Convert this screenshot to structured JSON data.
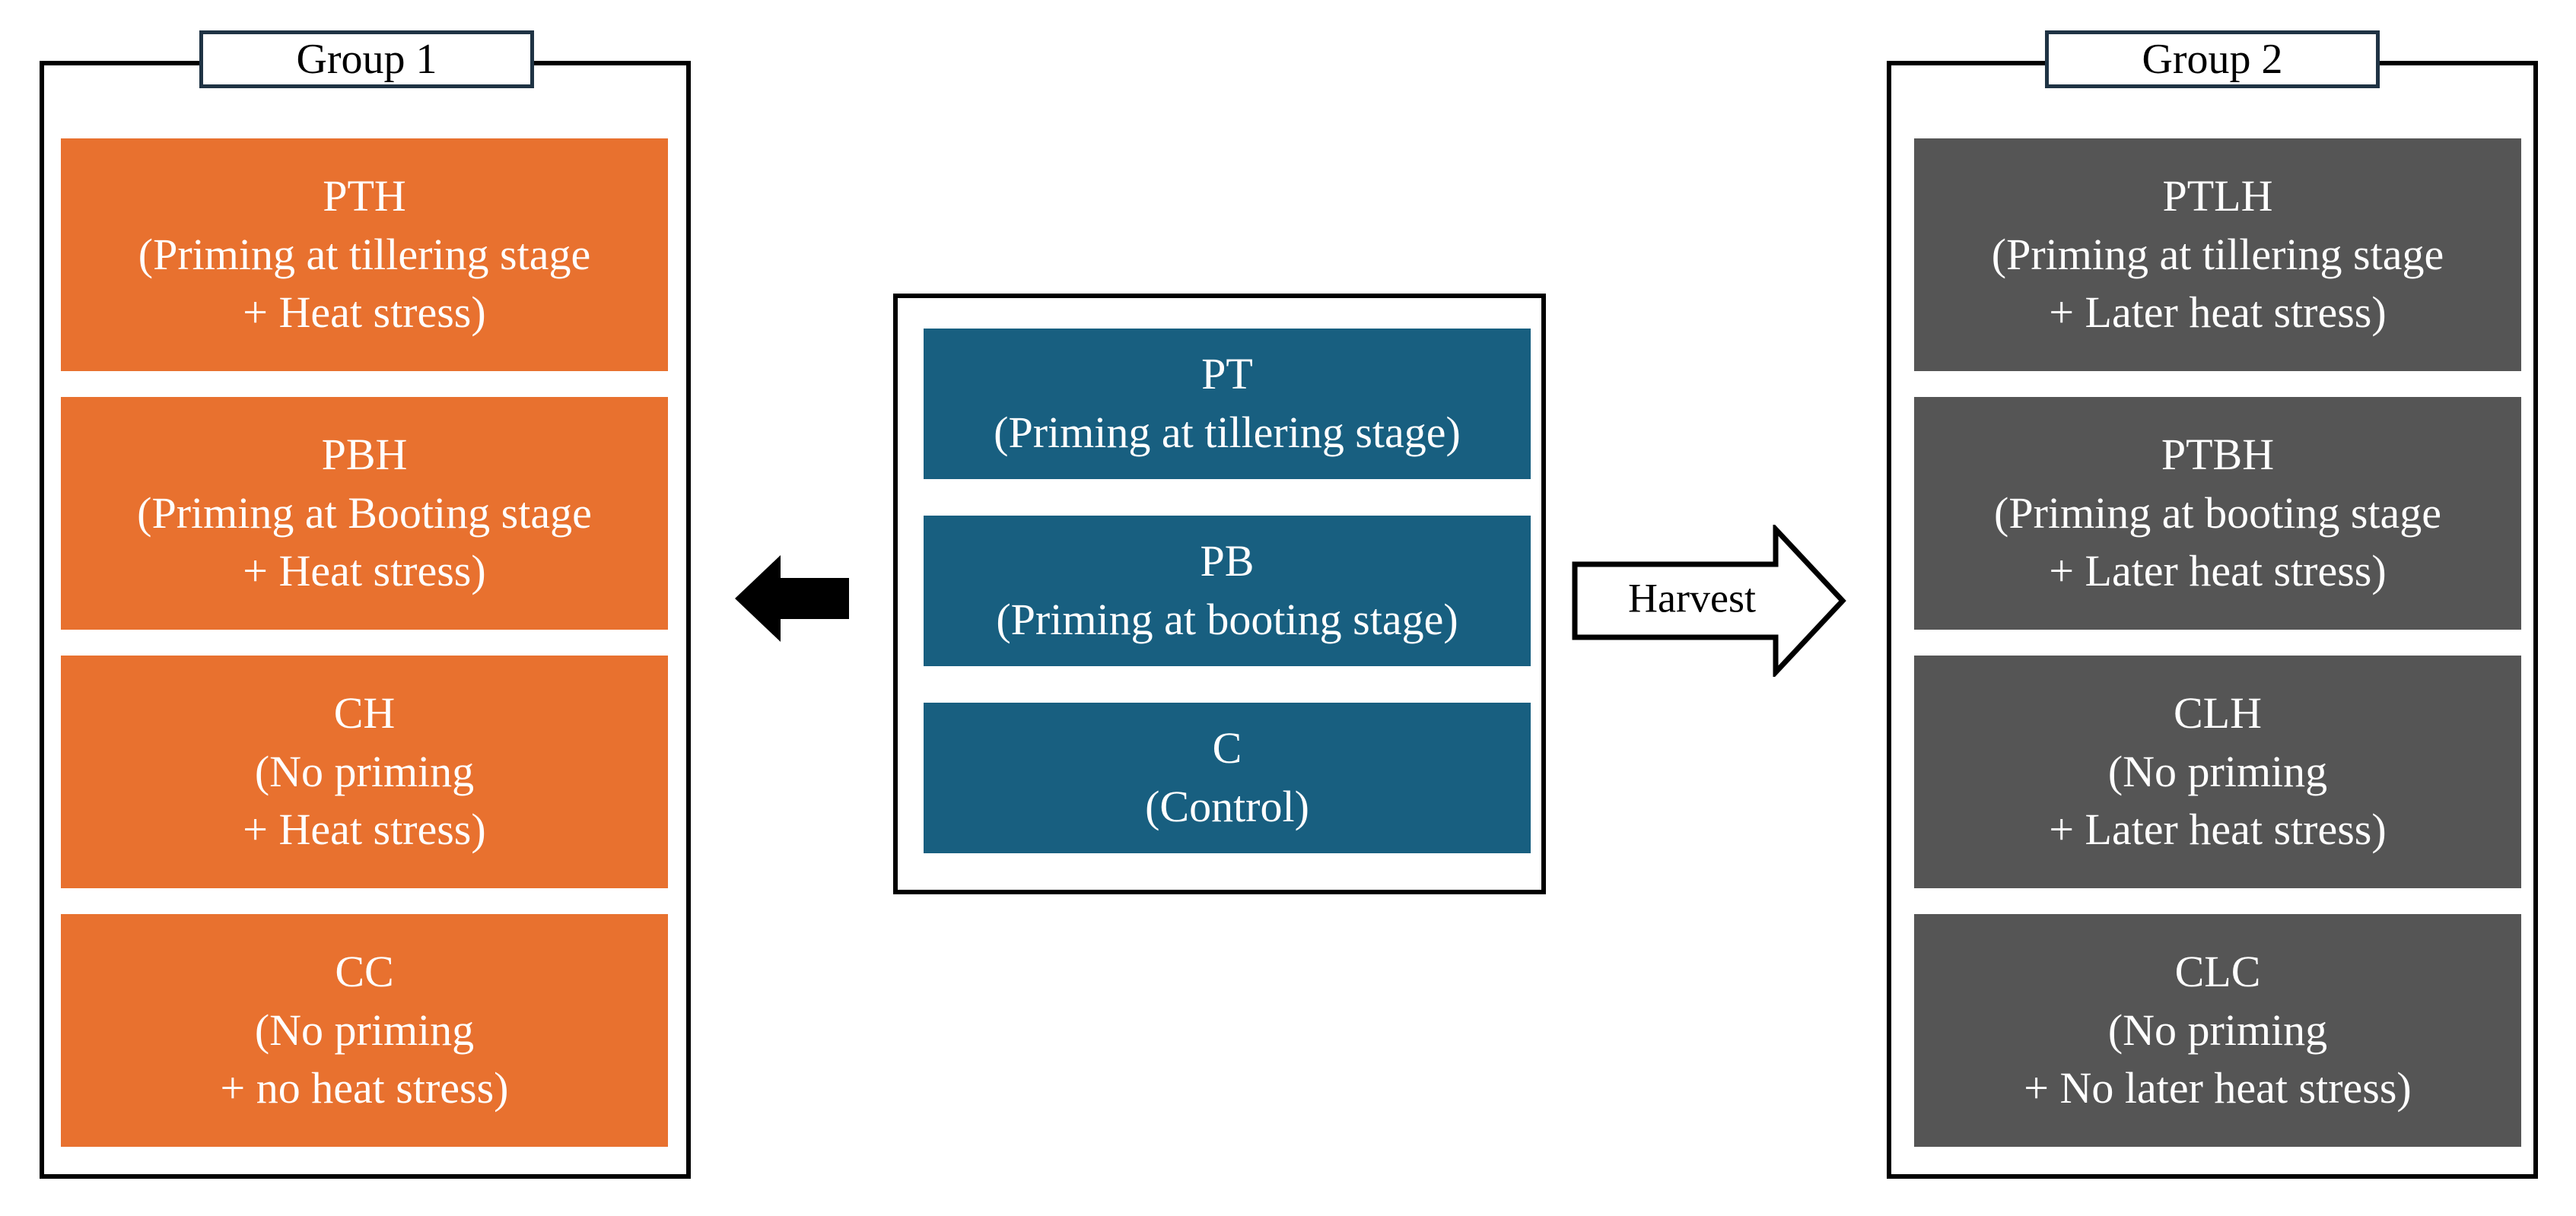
{
  "colors": {
    "group1_box": "#e8712f",
    "center_box": "#185f80",
    "group2_box": "#555555"
  },
  "group1": {
    "label": "Group 1",
    "boxes": [
      {
        "code": "PTH",
        "line1": "(Priming at tillering stage",
        "line2": "+ Heat stress)"
      },
      {
        "code": "PBH",
        "line1": "(Priming at Booting stage",
        "line2": "+ Heat stress)"
      },
      {
        "code": "CH",
        "line1": "(No priming",
        "line2": "+ Heat stress)"
      },
      {
        "code": "CC",
        "line1": "(No priming",
        "line2": "+ no heat stress)"
      }
    ]
  },
  "center": {
    "boxes": [
      {
        "code": "PT",
        "line1": "(Priming at tillering stage)"
      },
      {
        "code": "PB",
        "line1": "(Priming at booting stage)"
      },
      {
        "code": "C",
        "line1": "(Control)"
      }
    ]
  },
  "harvest_arrow": {
    "label": "Harvest"
  },
  "group2": {
    "label": "Group 2",
    "boxes": [
      {
        "code": "PTLH",
        "line1": "(Priming at tillering stage",
        "line2": "+ Later heat stress)"
      },
      {
        "code": "PTBH",
        "line1": "(Priming at booting stage",
        "line2": "+ Later heat stress)"
      },
      {
        "code": "CLH",
        "line1": "(No priming",
        "line2": "+ Later heat stress)"
      },
      {
        "code": "CLC",
        "line1": "(No priming",
        "line2": "+ No later heat stress)"
      }
    ]
  }
}
